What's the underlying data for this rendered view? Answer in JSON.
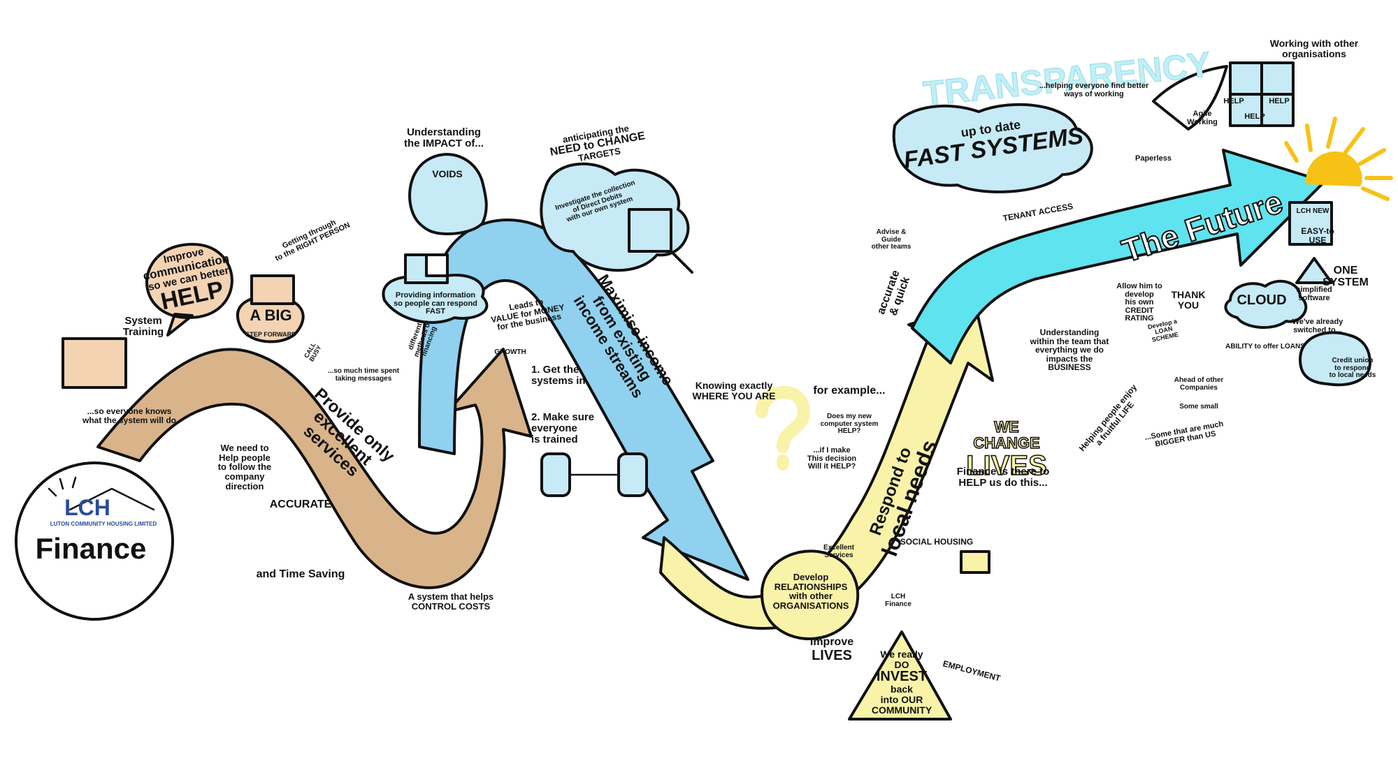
{
  "colors": {
    "brown_arrow": "#d9b48a",
    "blue_arrow": "#8fd1ef",
    "yellow_arrow": "#f8f3a8",
    "cyan_arrow": "#5fe3ee",
    "light_blue_shapes": "#c6eaf6",
    "transparency_text": "#bff0f6",
    "sun": "#f6c216",
    "outline": "#111111"
  },
  "logo": {
    "letters": "LCH",
    "org_name": "LUTON COMMUNITY HOUSING LIMITED",
    "department": "Finance"
  },
  "arrows": {
    "brown": "Provide only excellent services",
    "blue": [
      "Maximise income",
      "from existing",
      "income streams"
    ],
    "yellow": [
      "Respond to",
      "local needs"
    ],
    "cyan": "The Future"
  },
  "labels": {
    "improve_comm": [
      "Improve",
      "communication",
      "so we can better",
      "HELP"
    ],
    "getting_through": [
      "Getting through",
      "to the RIGHT PERSON"
    ],
    "system_training": [
      "System",
      "Training"
    ],
    "so_everyone": [
      "...so everyone knows",
      "what the system will do"
    ],
    "big_step": [
      "A BIG",
      "STEP FORWARD"
    ],
    "less_time": [
      "...so much time spent",
      "taking messages"
    ],
    "help_people": [
      "We need to",
      "Help people",
      "to follow the",
      "company",
      "direction"
    ],
    "accurate": "ACCURATE",
    "time_saving": "and Time Saving",
    "control_costs": [
      "A system that helps",
      "CONTROL COSTS"
    ],
    "understanding_impact": [
      "Understanding",
      "the IMPACT of..."
    ],
    "voids": "VOIDS",
    "anticipating": [
      "anticipating the",
      "NEED to CHANGE",
      "TARGETS"
    ],
    "direct_debits": [
      "Investigate the collection",
      "of Direct Debits",
      "with our own system"
    ],
    "providing_info": [
      "Providing information",
      "so people can respond FAST"
    ],
    "different_methods": [
      "different",
      "methods of",
      "financing"
    ],
    "value_for_money": [
      "Leads to",
      "VALUE for MONEY",
      "for the business"
    ],
    "growth": "GROWTH",
    "get_systems": [
      "1. Get the",
      "systems in"
    ],
    "make_sure": [
      "2. Make sure",
      "everyone",
      "is trained"
    ],
    "knowing_exactly": [
      "Knowing exactly",
      "WHERE YOU ARE"
    ],
    "for_example": "for example...",
    "new_computer": [
      "Does my new",
      "computer system",
      "HELP?"
    ],
    "if_i_make": [
      "...if I make",
      "This decision",
      "Will it HELP?"
    ],
    "develop_relationships": [
      "Develop",
      "RELATIONSHIPS",
      "with other",
      "ORGANISATIONS"
    ],
    "improve_lives": [
      "Improve",
      "LIVES"
    ],
    "excellent_services": [
      "Excellent",
      "Services"
    ],
    "lch_finance": [
      "LCH",
      "Finance"
    ],
    "social_housing": "SOCIAL HOUSING",
    "employment": "EMPLOYMENT",
    "invest": [
      "We really",
      "DO",
      "INVEST",
      "back",
      "into OUR",
      "COMMUNITY"
    ],
    "we_change": [
      "WE CHANGE",
      "LIVES"
    ],
    "finance_there": [
      "Finance is there to",
      "HELP us do this..."
    ],
    "advise_guide": [
      "Advise &",
      "Guide",
      "other teams"
    ],
    "accurate_quick": [
      "accurate",
      "& quick"
    ],
    "tenant_access": "TENANT ACCESS",
    "fast_systems": [
      "up to date",
      "FAST SYSTEMS"
    ],
    "transparency": "TRANSPARENCY",
    "helping_everyone": [
      "...helping everyone find better",
      "ways of working"
    ],
    "agile": [
      "Agile",
      "Working"
    ],
    "paperless": "Paperless",
    "working_with": [
      "Working with other",
      "organisations"
    ],
    "puzzle": [
      "HELP",
      "HELP",
      "HELP"
    ],
    "one_system": [
      "ONE",
      "SYSTEM"
    ],
    "easy_to_use": [
      "EASY-to",
      "USE"
    ],
    "lch_new": [
      "LCH",
      "NEW"
    ],
    "simplified": [
      "simplified",
      "software"
    ],
    "cloud": "CLOUD",
    "already_switched": [
      "We've already",
      "switched to..."
    ],
    "ability_loans": "ABILITY to offer LOANS",
    "credit_union": [
      "Credit union",
      "to respond",
      "to local needs"
    ],
    "understanding_team": [
      "Understanding",
      "within the team that",
      "everything we do",
      "impacts the",
      "BUSINESS"
    ],
    "allow_develop": [
      "Allow him to",
      "develop",
      "his own",
      "CREDIT",
      "RATING"
    ],
    "thank_you": [
      "THANK",
      "YOU"
    ],
    "loan_sign": [
      "Develop",
      "a LOAN",
      "SCHEME"
    ],
    "ahead": [
      "Ahead of other",
      "Companies"
    ],
    "some_small": "Some small",
    "bigger": [
      "...Some that are much",
      "BIGGER than US"
    ],
    "fruitful": [
      "Helping people enjoy",
      "a fruitful LIFE"
    ],
    "phone_tag": [
      "CALL",
      "BUSY"
    ]
  }
}
